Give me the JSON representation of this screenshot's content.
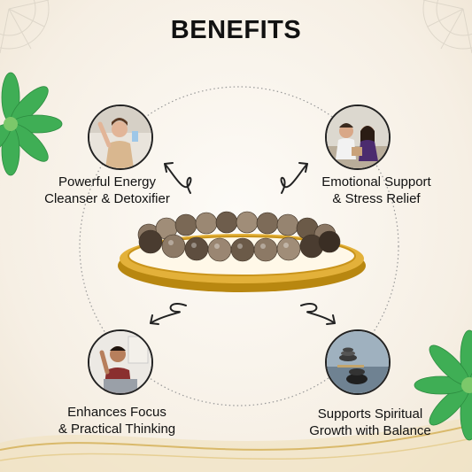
{
  "title": "BENEFITS",
  "benefits": [
    {
      "label": "Powerful Energy\nCleanser & Detoxifier",
      "icon": "woman-cleansing-icon"
    },
    {
      "label": "Emotional Support\n& Stress Relief",
      "icon": "people-comforting-icon"
    },
    {
      "label": "Enhances Focus\n& Practical Thinking",
      "icon": "man-thinking-icon"
    },
    {
      "label": "Supports Spiritual\nGrowth with Balance",
      "icon": "balanced-stones-icon"
    }
  ],
  "product": {
    "icon": "smoky-quartz-bracelet-icon"
  },
  "colors": {
    "accent_green": "#3fae55",
    "gold": "#d4a017",
    "bead": "#6b5a48"
  }
}
